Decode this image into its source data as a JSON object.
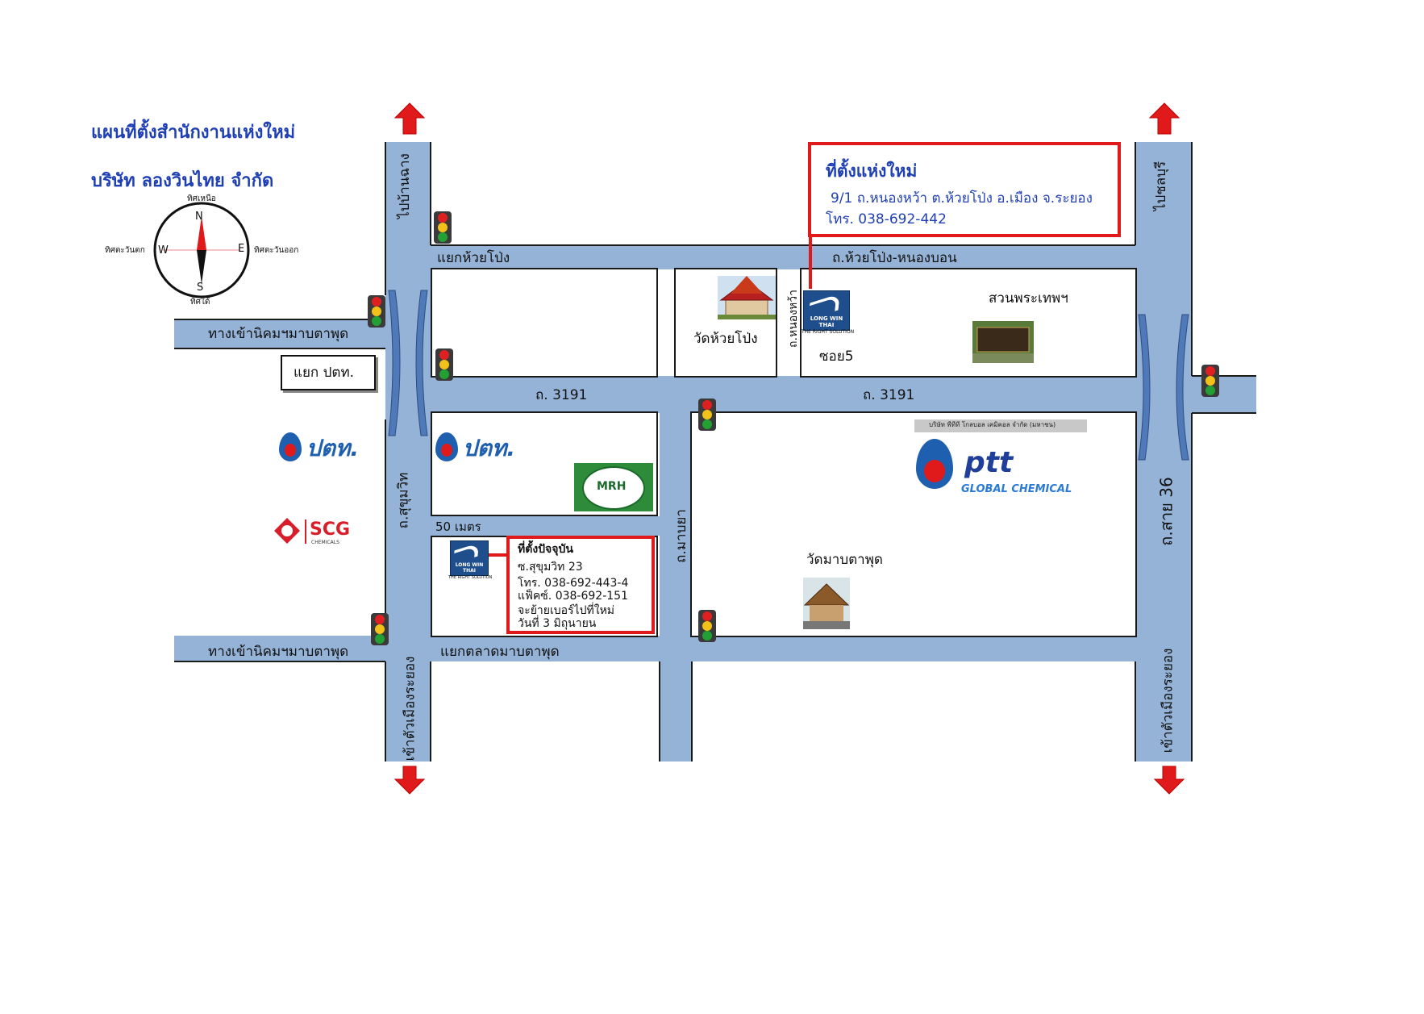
{
  "header": {
    "title_line1": "แผนที่ตั้งสำนักงานแห่งใหม่",
    "title_line2": "บริษัท ลองวินไทย จำกัด"
  },
  "compass": {
    "north": "N",
    "south": "S",
    "east": "E",
    "west": "W",
    "north_th": "ทิศเหนือ",
    "south_th": "ทิศใต้",
    "east_th": "ทิศตะวันออก",
    "west_th": "ทิศตะวันตก"
  },
  "roads": {
    "to_ban_chang": "ไปบ้านฉาง",
    "to_chonburi": "ไปชลบุรี",
    "huai_pong_junction": "แยกห้วยโป่ง",
    "huai_pong_nong_bon": "ถ.ห้วยโป่ง-หนองบอน",
    "nong_hwa_road": "ถ.หนองหว้า",
    "soi5": "ซอย5",
    "map_ta_phut_entry_top": "ทางเข้านิคมฯมาบตาพุด",
    "map_ta_phut_entry_bottom": "ทางเข้านิคมฯมาบตาพุด",
    "ptt_junction": "แยก ปตท.",
    "route3191_left": "ถ. 3191",
    "route3191_right": "ถ. 3191",
    "sukhumvit": "ถ.สุขุมวิท",
    "fifty_meters": "50 เมตร",
    "map_ya_road": "ถ.มาบยา",
    "sai36": "ถ.สาย 36",
    "market_junction": "แยกตลาดมาบตาพุด",
    "to_rayong_left": "เข้าตัวเมืองระยอง",
    "to_rayong_right": "เข้าตัวเมืองระยอง"
  },
  "landmarks": {
    "wat_huai_pong": "วัดห้วยโป่ง",
    "suan_phra_thep": "สวนพระเทพฯ",
    "wat_map_ta_phut": "วัดมาบตาพุด",
    "ptt_logo_text": "ปตท.",
    "scg_text": "SCG",
    "scg_sub": "CHEMICALS",
    "ptt_gc_small": "บริษัท พีทีที โกลบอล เคมิคอล จำกัด (มหาชน)",
    "ptt_gc_main": "ptt",
    "ptt_gc_sub": "GLOBAL CHEMICAL",
    "mrh_text": "MRH",
    "lwt_name": "LONG WIN THAI",
    "lwt_tagline": "THE RIGHT SOLUTION"
  },
  "new_location": {
    "heading": "ที่ตั้งแห่งใหม่",
    "address": "9/1 ถ.หนองหว้า ต.ห้วยโป่ง อ.เมือง จ.ระยอง",
    "phone": "โทร. 038-692-442"
  },
  "current_location": {
    "heading": "ที่ตั้งปัจจุบัน",
    "line1": "ซ.สุขุมวิท 23",
    "line2": "โทร. 038-692-443-4",
    "line3": "แฟ็คซ์. 038-692-151",
    "line4": "จะย้ายเบอร์ไปที่ใหม่",
    "line5": "วันที่ 3 มิถุนายน"
  },
  "colors": {
    "road": "#95b3d7",
    "title": "#1f3fb4",
    "highlight_border": "#e01a1a",
    "arrow": "#e01a1a"
  }
}
